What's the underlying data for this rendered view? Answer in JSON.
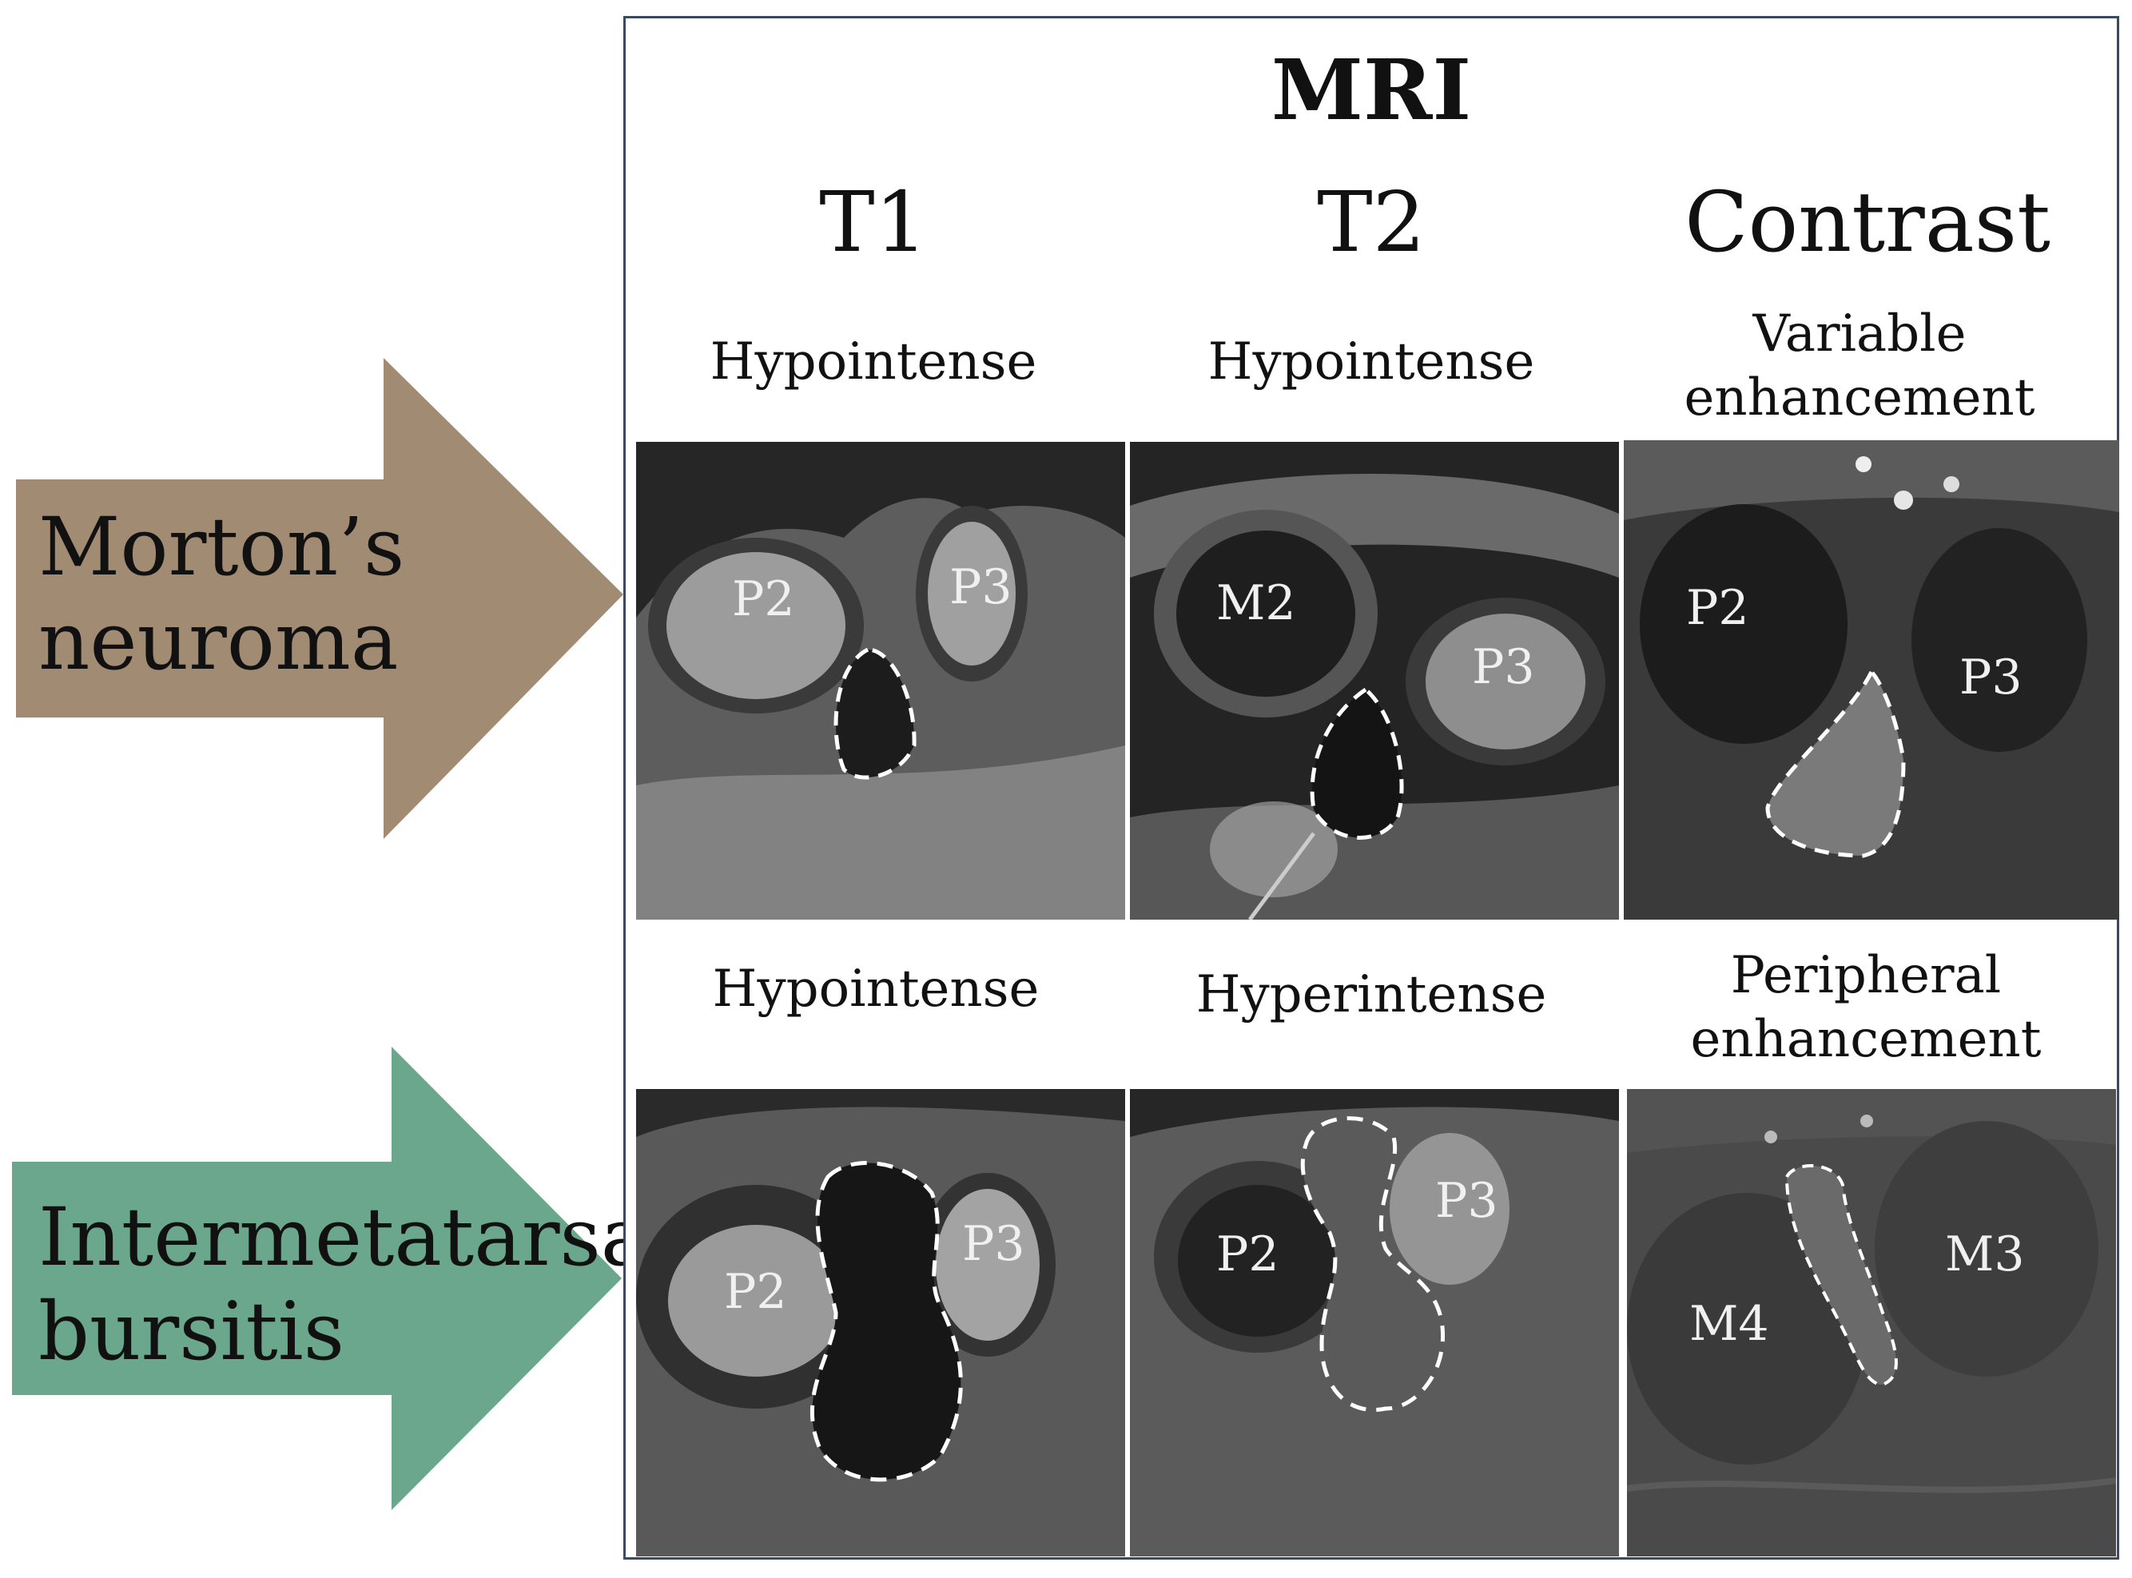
{
  "rows": [
    {
      "label": "Morton’s\nneuroma",
      "arrow_color": "#a28b73",
      "descriptions": {
        "t1": "Hypointense",
        "t2": "Hypointense",
        "contrast": "Variable\nenhancement"
      },
      "image_labels": {
        "t1": [
          "P2",
          "P3"
        ],
        "t2": [
          "M2",
          "P3"
        ],
        "contrast": [
          "P2",
          "P3"
        ]
      }
    },
    {
      "label": "Intermetatarsal\nbursitis",
      "arrow_color": "#6aa78c",
      "descriptions": {
        "t1": "Hypointense",
        "t2": "Hyperintense",
        "contrast": "Peripheral\nenhancement"
      },
      "image_labels": {
        "t1": [
          "P2",
          "P3"
        ],
        "t2": [
          "P2",
          "P3"
        ],
        "contrast": [
          "M4",
          "M3"
        ]
      }
    }
  ],
  "panel": {
    "title": "MRI",
    "columns": [
      "T1",
      "T2",
      "Contrast"
    ]
  }
}
